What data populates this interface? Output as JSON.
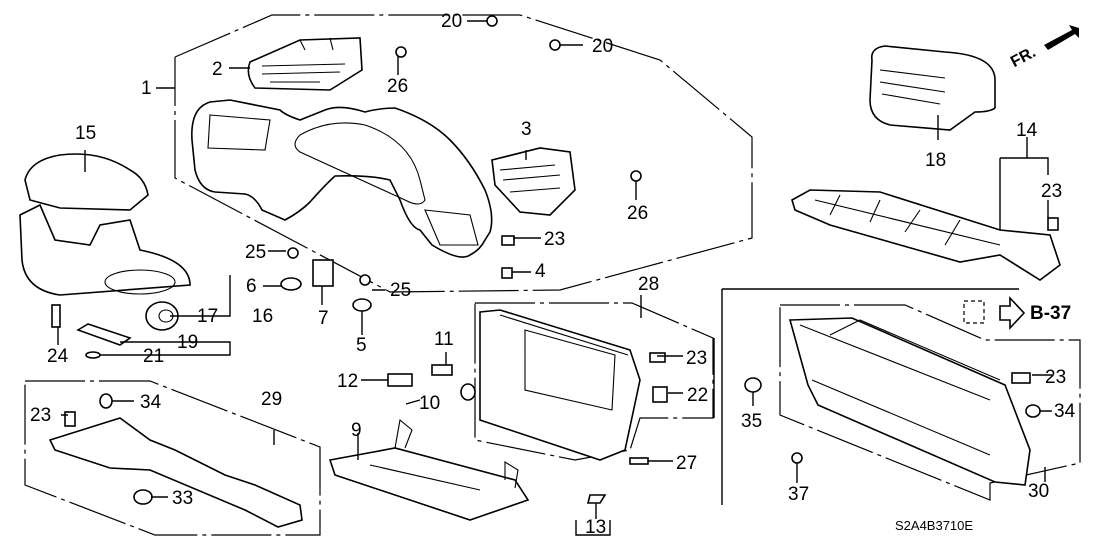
{
  "diagram": {
    "title": "Instrument Panel Garnish / Glove Box parts diagram",
    "drawing_code": "S2A4B3710E",
    "direction_indicator": "FR.",
    "reference": {
      "label": "B-37",
      "arrow": "right-arrow"
    },
    "callouts": [
      {
        "id": "c1",
        "number": "1",
        "part": "instrument-panel-garnish-assembly"
      },
      {
        "id": "c2",
        "number": "2",
        "part": "left-air-vent"
      },
      {
        "id": "c3",
        "number": "3",
        "part": "center-air-vent"
      },
      {
        "id": "c4",
        "number": "4",
        "part": "clip"
      },
      {
        "id": "c5",
        "number": "5",
        "part": "clip"
      },
      {
        "id": "c6",
        "number": "6",
        "part": "clip"
      },
      {
        "id": "c7",
        "number": "7",
        "part": "bracket"
      },
      {
        "id": "c9",
        "number": "9",
        "part": "glove-box-lid"
      },
      {
        "id": "c10",
        "number": "10",
        "part": "spring"
      },
      {
        "id": "c11",
        "number": "11",
        "part": "latch"
      },
      {
        "id": "c12",
        "number": "12",
        "part": "catch"
      },
      {
        "id": "c13",
        "number": "13",
        "part": "pad"
      },
      {
        "id": "c14",
        "number": "14",
        "part": "lower-garnish"
      },
      {
        "id": "c15",
        "number": "15",
        "part": "upper-column-cover"
      },
      {
        "id": "c16",
        "number": "16",
        "part": "lower-column-cover-assembly"
      },
      {
        "id": "c17",
        "number": "17",
        "part": "ignition-ring"
      },
      {
        "id": "c18",
        "number": "18",
        "part": "right-air-vent"
      },
      {
        "id": "c19",
        "number": "19",
        "part": "seal"
      },
      {
        "id": "c20a",
        "number": "20",
        "part": "nut"
      },
      {
        "id": "c20b",
        "number": "20",
        "part": "nut"
      },
      {
        "id": "c21",
        "number": "21",
        "part": "washer"
      },
      {
        "id": "c22",
        "number": "22",
        "part": "clip"
      },
      {
        "id": "c23a",
        "number": "23",
        "part": "clip"
      },
      {
        "id": "c23b",
        "number": "23",
        "part": "clip"
      },
      {
        "id": "c23c",
        "number": "23",
        "part": "clip"
      },
      {
        "id": "c23d",
        "number": "23",
        "part": "clip"
      },
      {
        "id": "c23e",
        "number": "23",
        "part": "clip"
      },
      {
        "id": "c24",
        "number": "24",
        "part": "bolt"
      },
      {
        "id": "c25a",
        "number": "25",
        "part": "screw"
      },
      {
        "id": "c25b",
        "number": "25",
        "part": "screw"
      },
      {
        "id": "c26a",
        "number": "26",
        "part": "screw"
      },
      {
        "id": "c26b",
        "number": "26",
        "part": "screw"
      },
      {
        "id": "c27",
        "number": "27",
        "part": "pin"
      },
      {
        "id": "c28",
        "number": "28",
        "part": "glove-box-frame-assembly"
      },
      {
        "id": "c29",
        "number": "29",
        "part": "driver-lower-cover"
      },
      {
        "id": "c30",
        "number": "30",
        "part": "glove-box-assembly"
      },
      {
        "id": "c33",
        "number": "33",
        "part": "clip"
      },
      {
        "id": "c34a",
        "number": "34",
        "part": "clip"
      },
      {
        "id": "c34b",
        "number": "34",
        "part": "clip"
      },
      {
        "id": "c35",
        "number": "35",
        "part": "clip"
      },
      {
        "id": "c37",
        "number": "37",
        "part": "screw"
      }
    ]
  }
}
